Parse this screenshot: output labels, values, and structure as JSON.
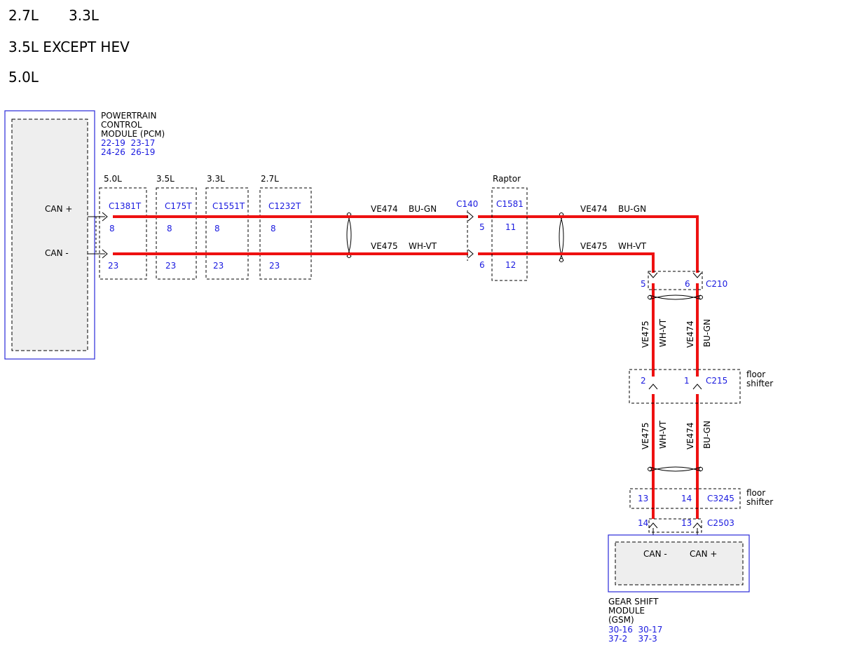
{
  "engine_labels": [
    "2.7L",
    "3.3L",
    "3.5L EXCEPT HEV",
    "5.0L"
  ],
  "pcm": {
    "title_lines": [
      "POWERTRAIN",
      "CONTROL",
      "MODULE (PCM)"
    ],
    "refs": [
      "22-19  23-17",
      "24-26  26-19"
    ],
    "can_plus": "CAN +",
    "can_minus": "CAN -"
  },
  "inline_connectors": [
    {
      "variant": "5.0L",
      "name": "C1381T",
      "pin_plus": "8",
      "pin_minus": "23"
    },
    {
      "variant": "3.5L",
      "name": "C175T",
      "pin_plus": "8",
      "pin_minus": "23"
    },
    {
      "variant": "3.3L",
      "name": "C1551T",
      "pin_plus": "8",
      "pin_minus": "23"
    },
    {
      "variant": "2.7L",
      "name": "C1232T",
      "pin_plus": "8",
      "pin_minus": "23"
    }
  ],
  "wires": {
    "plus": {
      "circuit": "VE474",
      "color": "BU-GN"
    },
    "minus": {
      "circuit": "VE475",
      "color": "WH-VT"
    }
  },
  "c140": {
    "name": "C140",
    "pin_plus": "5",
    "pin_minus": "6"
  },
  "c1581": {
    "variant": "Raptor",
    "name": "C1581",
    "pin_plus": "11",
    "pin_minus": "12"
  },
  "c210": {
    "name": "C210",
    "pin_minus": "5",
    "pin_plus": "6"
  },
  "c215": {
    "name": "C215",
    "pin_minus": "2",
    "pin_plus": "1",
    "note_lines": [
      "floor",
      "shifter"
    ]
  },
  "c3245": {
    "name": "C3245",
    "pin_minus": "13",
    "pin_plus": "14",
    "note_lines": [
      "floor",
      "shifter"
    ]
  },
  "c2503": {
    "name": "C2503",
    "pin_minus": "14",
    "pin_plus": "13"
  },
  "gsm": {
    "title_lines": [
      "GEAR SHIFT",
      "MODULE",
      "(GSM)"
    ],
    "refs": [
      "30-16  30-17",
      "37-2    37-3"
    ],
    "can_minus": "CAN -",
    "can_plus": "CAN +"
  },
  "colors": {
    "wire": "#ee1111",
    "module_border": "#2a2ad8",
    "ref_text": "#1a1adf"
  }
}
